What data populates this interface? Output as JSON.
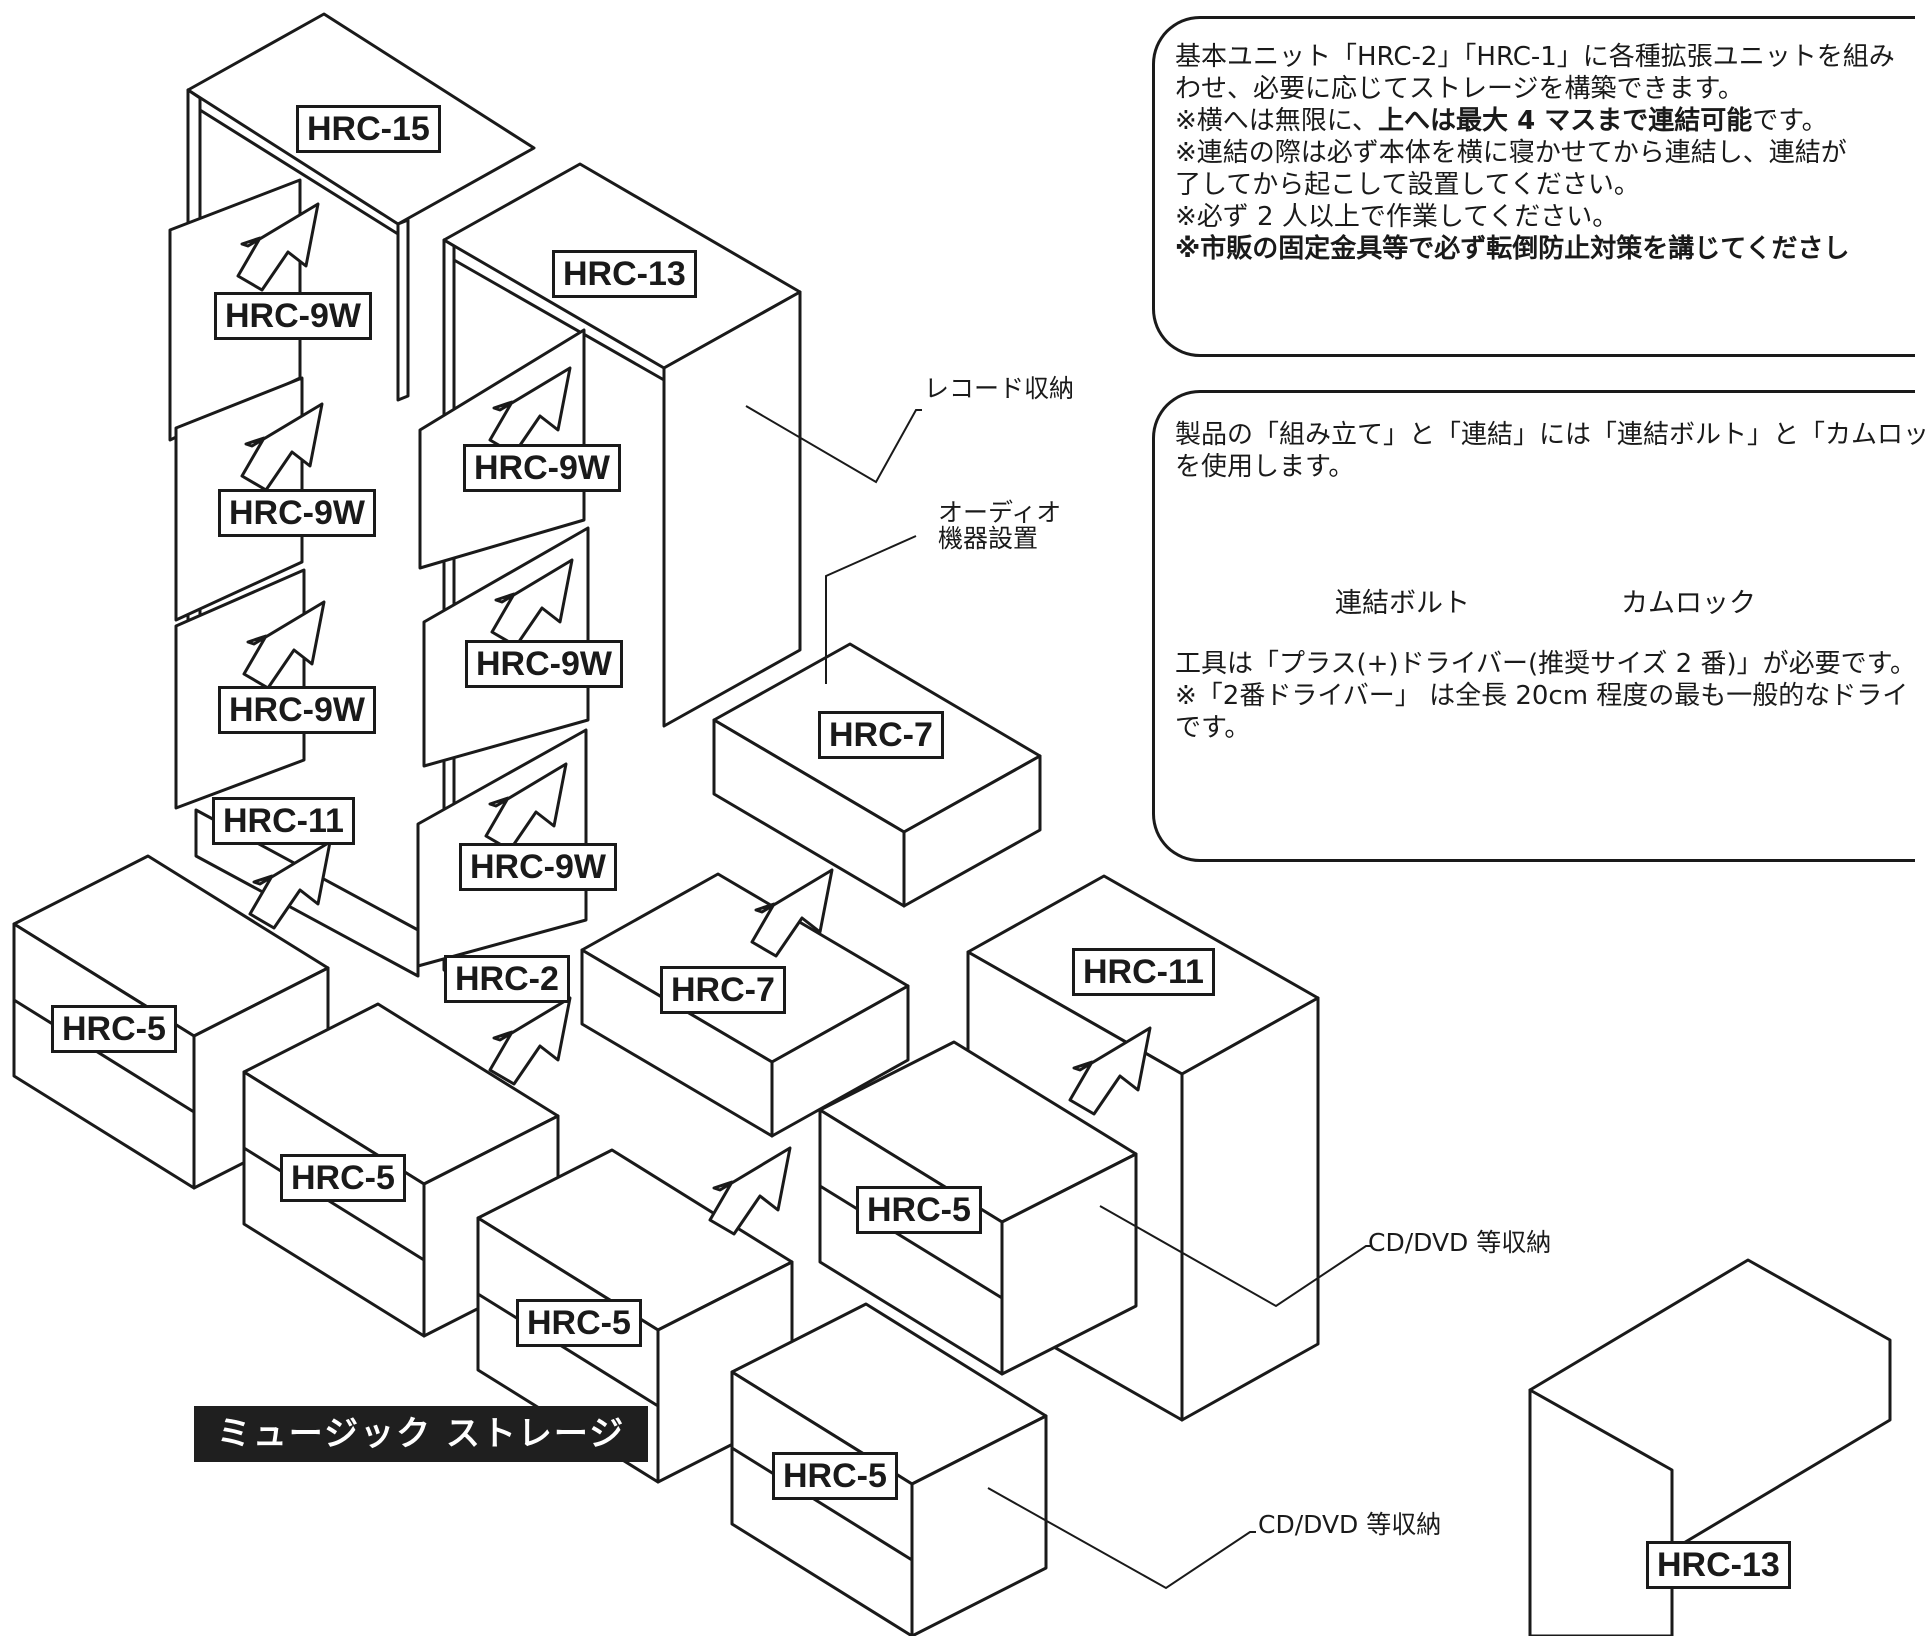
{
  "units": {
    "hrc15": "HRC-15",
    "hrc13": "HRC-13",
    "hrc9w": "HRC-9W",
    "hrc11": "HRC-11",
    "hrc7": "HRC-7",
    "hrc2": "HRC-2",
    "hrc5": "HRC-5"
  },
  "callouts": {
    "record": "レコード収納",
    "audio_line1": "オーディオ",
    "audio_line2": "機器設置",
    "cd_dvd": "CD/DVD 等収納"
  },
  "banner": "ミュージック ストレージ",
  "info_box": {
    "line1": "基本ユニット「HRC-2」「HRC-1」に各種拡張ユニットを組み",
    "line2": "わせ、必要に応じてストレージを構築できます。",
    "line3_pre": "※横へは無限に、",
    "line3_bold": "上へは最大 4 マスまで連結可能",
    "line3_post": "です。",
    "line4": "※連結の際は必ず本体を横に寝かせてから連結し、連結が",
    "line5": "了してから起こして設置してください。",
    "line6": "※必ず 2 人以上で作業してください。",
    "line7": "※市販の固定金具等で必ず転倒防止対策を講じてくださし"
  },
  "tools_box": {
    "line1": "製品の「組み立て」と「連結」には「連結ボルト」と「カムロッ",
    "line2": "を使用します。",
    "bolt_label": "連結ボルト",
    "camlock_label": "カムロック",
    "line3": "工具は「プラス(+)ドライバー(推奨サイズ 2 番)」が必要です。",
    "line4": "※「2番ドライバー」 は全長 20cm 程度の最も一般的なドライ",
    "line5": "です。"
  },
  "icons": [
    "arrow-icon",
    "bolt-icon",
    "camlock-icon",
    "screwdriver-icon"
  ]
}
